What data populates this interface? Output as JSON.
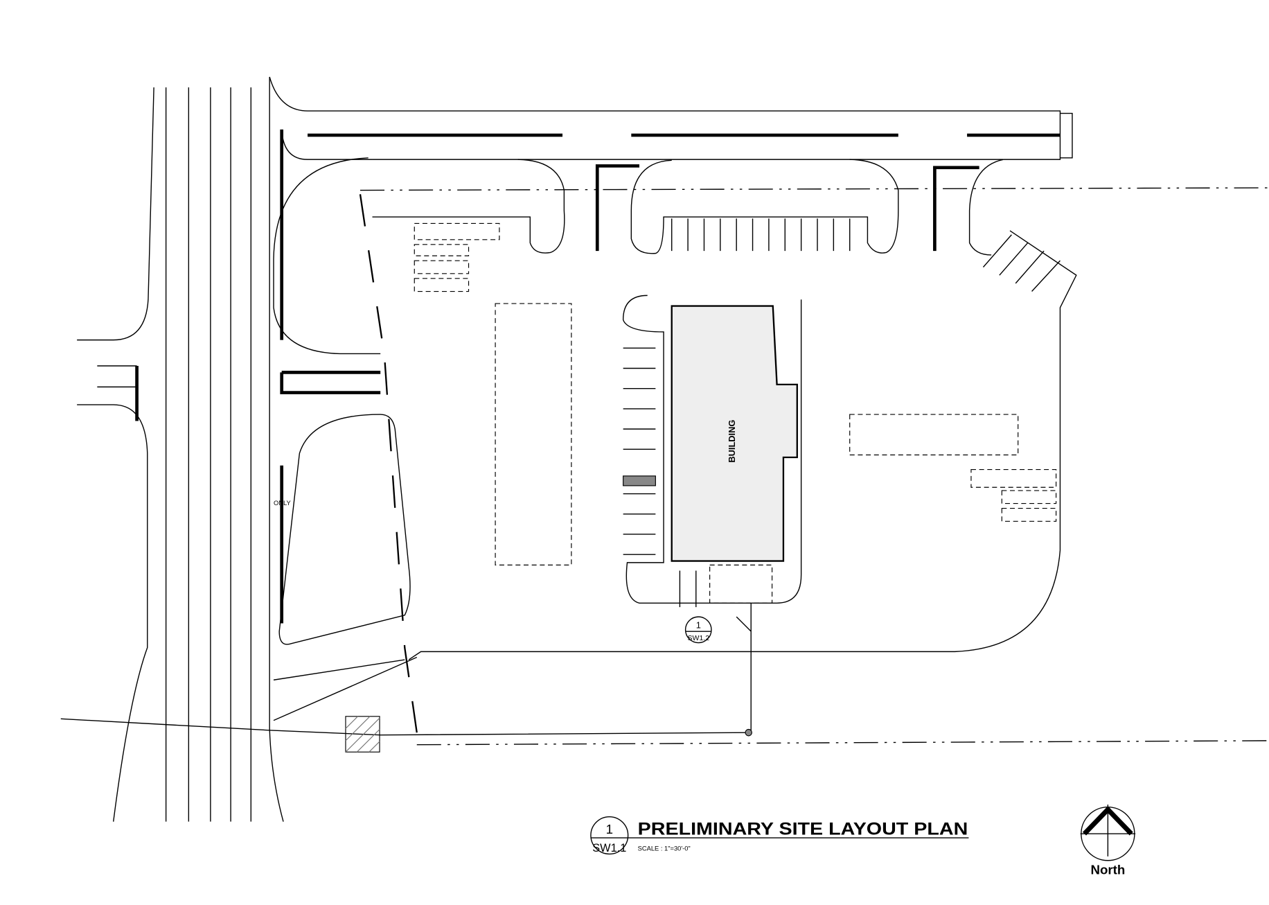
{
  "drawing": {
    "title": "PRELIMINARY SITE LAYOUT PLAN",
    "scale": "SCALE :  1\"=30'-0\"",
    "detail_number": "1",
    "sheet_ref": "SW1.1",
    "callout_number": "1",
    "callout_sheet": "SW1.2",
    "building_label": "BUILDING",
    "lane_label": "ONLY",
    "north_label": "North"
  },
  "colors": {
    "line": "#000000",
    "building_fill": "#eeeeee",
    "hatch": "#555555"
  }
}
